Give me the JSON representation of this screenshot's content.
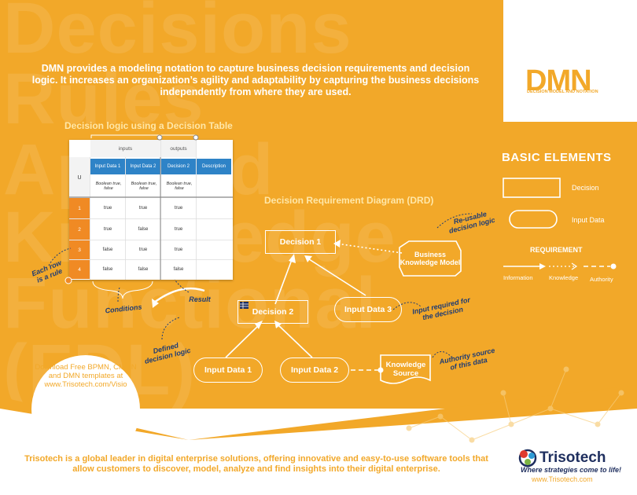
{
  "background_words": [
    "Decisions",
    "Rules",
    "Applied",
    "Knowledge",
    "Functional",
    "(FDL)"
  ],
  "intro": "DMN provides a modeling notation to capture business decision requirements and decision logic. It increases an organization’s agility and adaptability by capturing the business decisions independently from where they are used.",
  "logo": {
    "title": "DMN",
    "subtitle": "DECISION MODEL AND NOTATION"
  },
  "decision_table": {
    "title": "Decision logic using a Decision Table",
    "group_inputs": "inputs",
    "group_outputs": "outputs",
    "hit_policy": "U",
    "columns": [
      "Input Data 1",
      "Input Data 2",
      "Decision 2",
      "Description"
    ],
    "type_rows": [
      "Boolean true, false",
      "Boolean true, false",
      "Boolean true, false",
      ""
    ],
    "rows": [
      {
        "num": "1",
        "values": [
          "true",
          "true",
          "true",
          ""
        ]
      },
      {
        "num": "2",
        "values": [
          "true",
          "false",
          "true",
          ""
        ]
      },
      {
        "num": "3",
        "values": [
          "false",
          "true",
          "true",
          ""
        ]
      },
      {
        "num": "4",
        "values": [
          "false",
          "false",
          "false",
          ""
        ]
      }
    ],
    "callouts": {
      "rule": "Each row is a rule",
      "conditions": "Conditions",
      "result": "Result",
      "defined": "Defined decision logic"
    }
  },
  "drd": {
    "title": "Decision Requirement Diagram (DRD)",
    "decision1": "Decision 1",
    "decision2": "Decision 2",
    "bkm": "Business Knowledge Model",
    "input1": "Input Data 1",
    "input2": "Input Data 2",
    "input3": "Input Data 3",
    "ks": "Knowledge Source",
    "callouts": {
      "reusable": "Re-usable decision logic",
      "required": "Input required for the decision",
      "authority": "Authority source of this data"
    }
  },
  "legend": {
    "title": "BASIC ELEMENTS",
    "decision": "Decision",
    "input": "Input Data",
    "requirement": "REQUIREMENT",
    "information": "Information",
    "knowledge": "Knowledge",
    "authority": "Authority"
  },
  "download": "Download Free BPMN, CMMN and DMN templates at www.Trisotech.com/Visio",
  "footer": "Trisotech is a global leader in digital enterprise solutions, offering innovative and easy-to-use software tools that allow customers to discover, model, analyze and find insights into their digital enterprise.",
  "brand": {
    "name": "Trisotech",
    "tagline": "Where strategies come to life!",
    "url": "www.Trisotech.com"
  },
  "colors": {
    "background": "#F2A829",
    "table_header": "#2E83C7",
    "row_number": "#F08A24",
    "callout": "#1F3C74"
  }
}
